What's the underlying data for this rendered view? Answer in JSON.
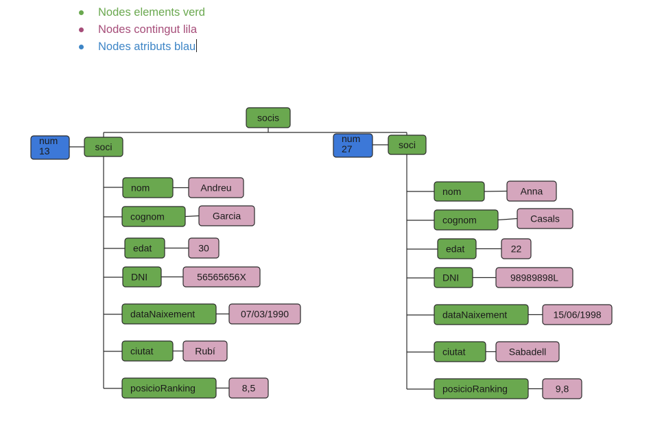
{
  "legend": [
    {
      "text": "Nodes elements verd",
      "color": "#6aa84f"
    },
    {
      "text": "Nodes contingut lila",
      "color": "#a64d79"
    },
    {
      "text": "Nodes atributs blau",
      "color": "#3d85c6"
    }
  ],
  "colors": {
    "element": "#6aa84f",
    "content": "#d5a6bd",
    "attribute": "#3c78d8"
  },
  "tree": {
    "root": "socis",
    "members": [
      {
        "element": "soci",
        "attribute": {
          "name": "num",
          "value": "13"
        },
        "children": [
          {
            "name": "nom",
            "value": "Andreu"
          },
          {
            "name": "cognom",
            "value": "Garcia"
          },
          {
            "name": "edat",
            "value": "30"
          },
          {
            "name": "DNI",
            "value": "56565656X"
          },
          {
            "name": "dataNaixement",
            "value": "07/03/1990"
          },
          {
            "name": "ciutat",
            "value": "Rubí"
          },
          {
            "name": "posicioRanking",
            "value": "8,5"
          }
        ]
      },
      {
        "element": "soci",
        "attribute": {
          "name": "num",
          "value": "27"
        },
        "children": [
          {
            "name": "nom",
            "value": "Anna"
          },
          {
            "name": "cognom",
            "value": "Casals"
          },
          {
            "name": "edat",
            "value": "22"
          },
          {
            "name": "DNI",
            "value": "98989898L"
          },
          {
            "name": "dataNaixement",
            "value": "15/06/1998"
          },
          {
            "name": "ciutat",
            "value": "Sabadell"
          },
          {
            "name": "posicioRanking",
            "value": "9,8"
          }
        ]
      }
    ]
  }
}
